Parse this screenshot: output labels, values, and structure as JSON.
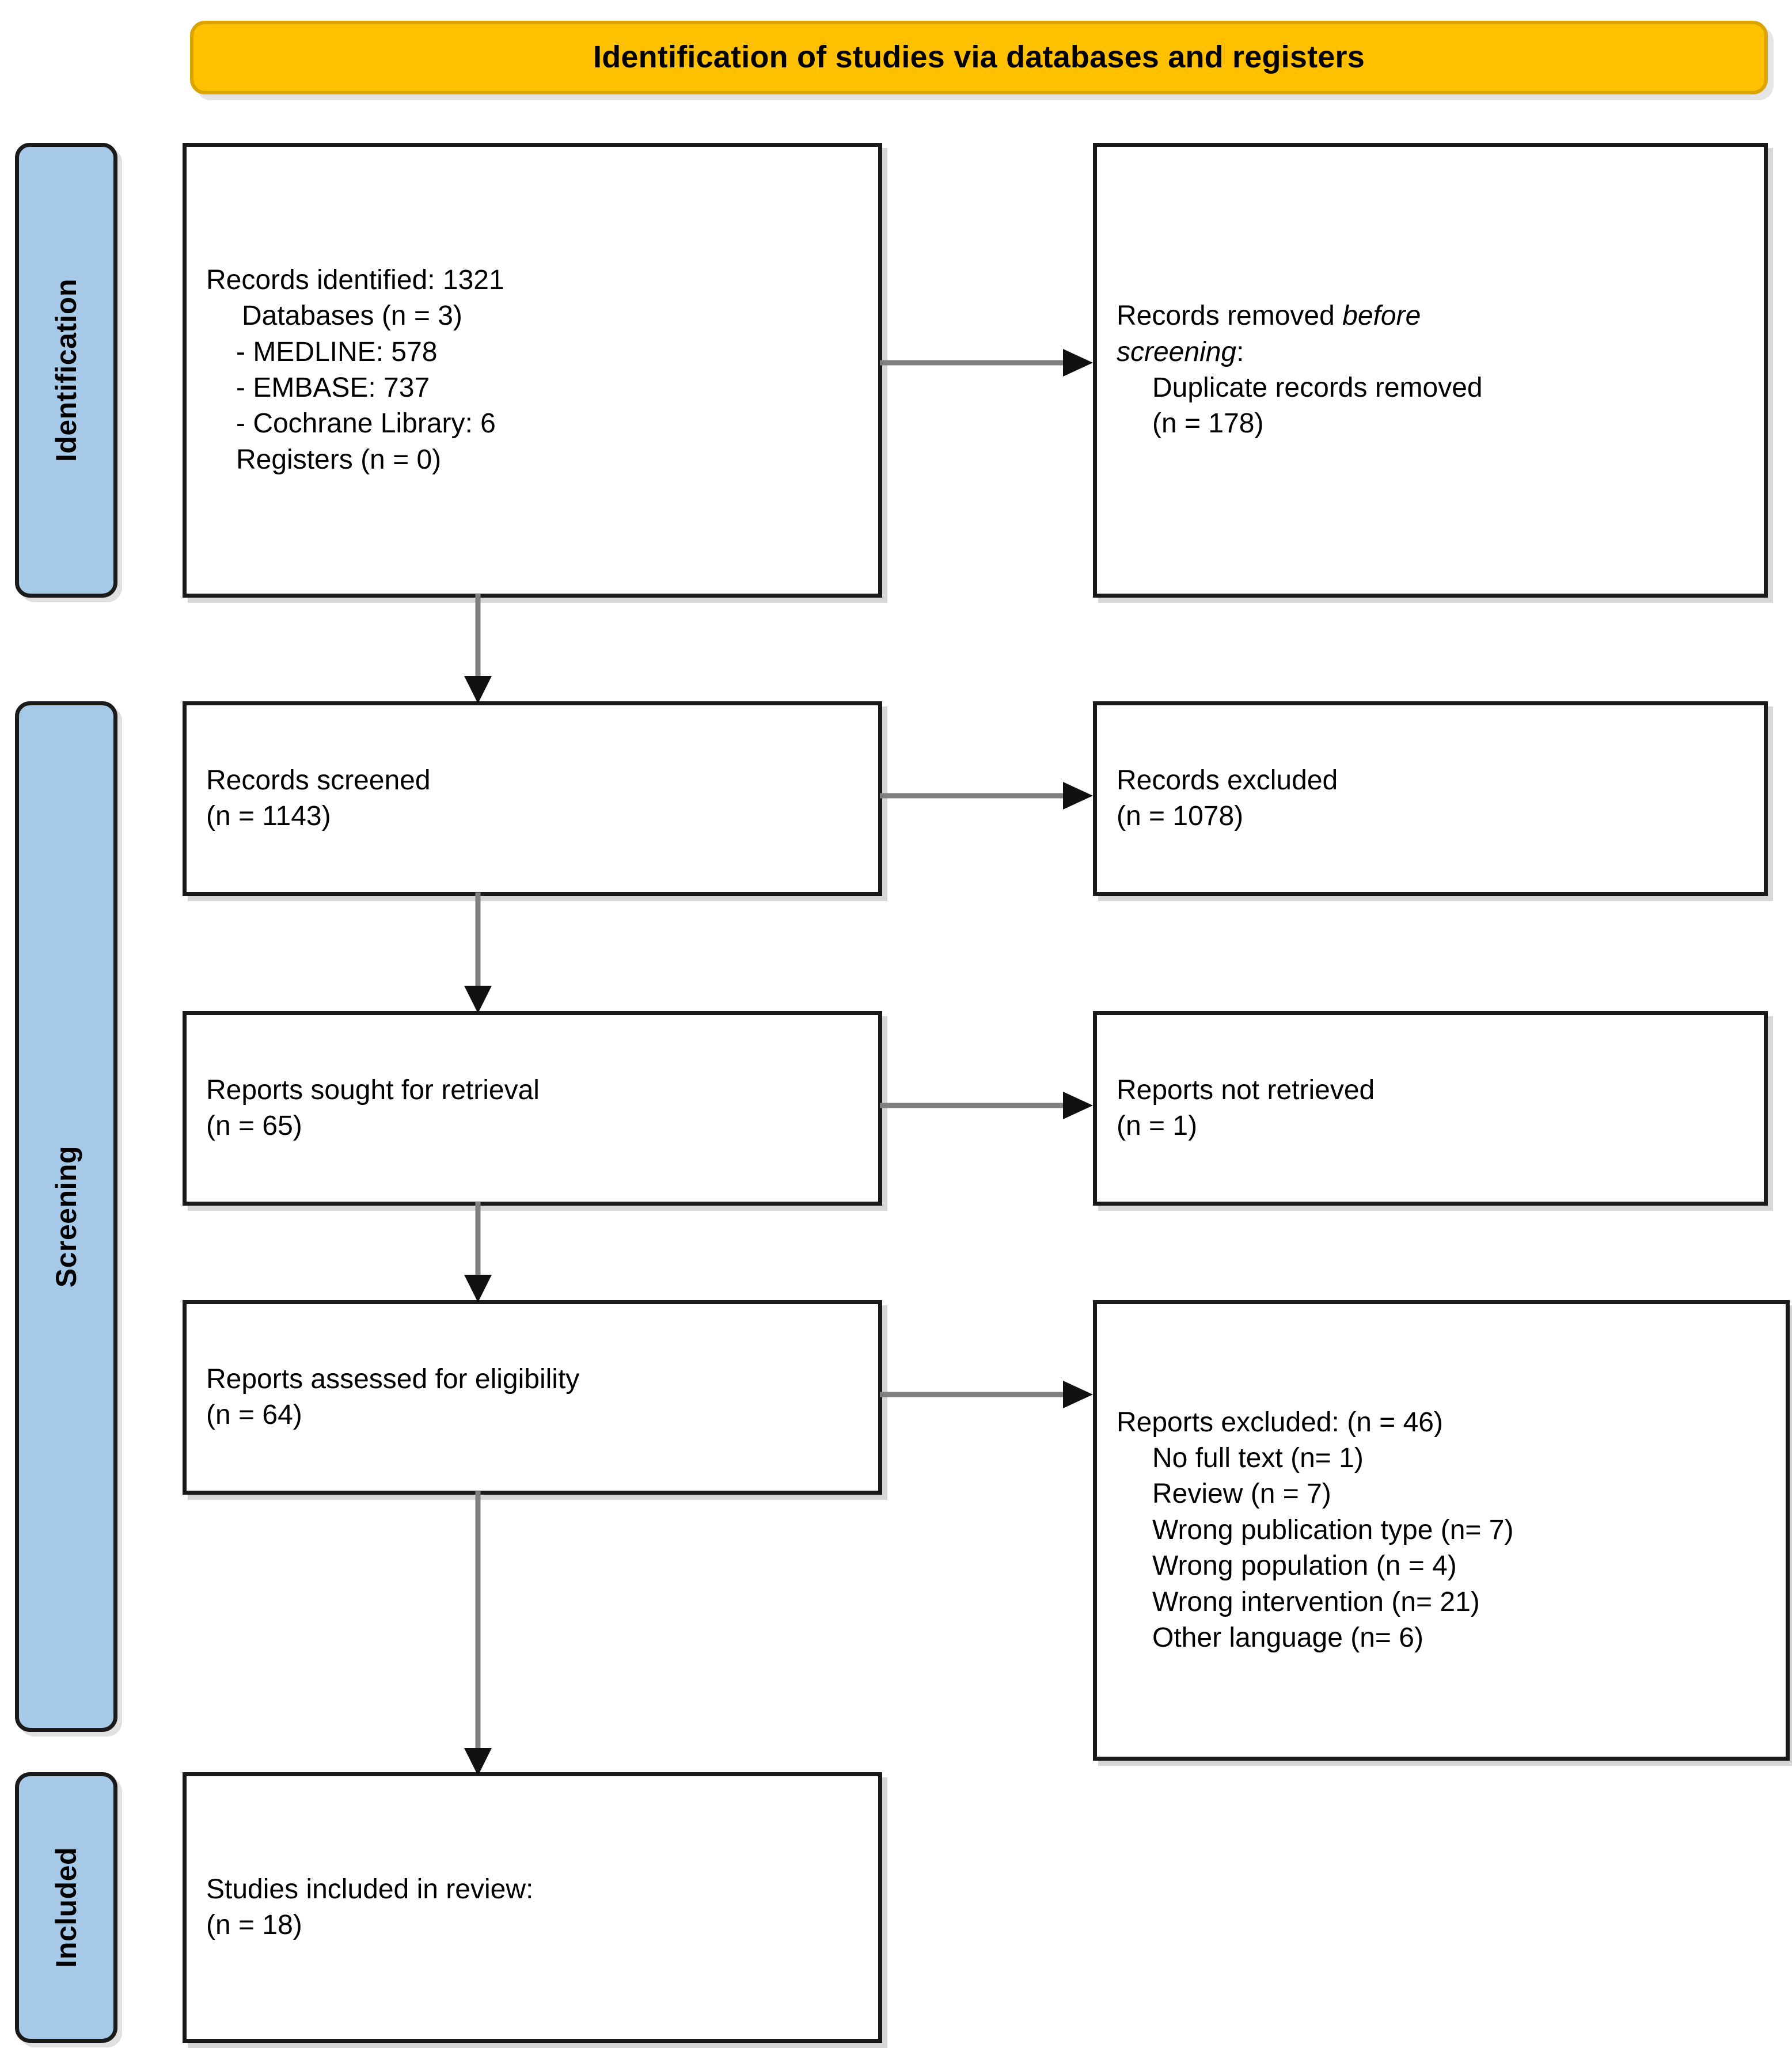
{
  "banner": {
    "title": "Identification of studies via databases and registers",
    "color": "#FFC000"
  },
  "stages": {
    "identification": "Identification",
    "screening": "Screening",
    "included": "Included",
    "color": "#A6C9E8"
  },
  "boxes": {
    "identified": {
      "line1": "Records identified: 1321",
      "line2": "Databases (n = 3)",
      "line3": "- MEDLINE: 578",
      "line4": "- EMBASE: 737",
      "line5": "- Cochrane Library: 6",
      "line6": "Registers (n = 0)"
    },
    "removed": {
      "line1_a": "Records removed ",
      "line1_em": "before",
      "line2_em": "screening",
      "line2_b": ":",
      "line3": "Duplicate records removed",
      "line4": "(n = 178)"
    },
    "screened": {
      "line1": "Records screened",
      "line2": "(n = 1143)"
    },
    "records_excluded": {
      "line1": "Records excluded",
      "line2": "(n = 1078)"
    },
    "sought": {
      "line1": "Reports sought for retrieval",
      "line2": "(n = 65)"
    },
    "not_retrieved": {
      "line1": "Reports not retrieved",
      "line2": "(n = 1)"
    },
    "assessed": {
      "line1": "Reports assessed for eligibility",
      "line2": "(n = 64)"
    },
    "reports_excluded": {
      "line1": "Reports excluded: (n = 46)",
      "line2": "No full text (n= 1)",
      "line3": "Review (n = 7)",
      "line4": "Wrong publication type (n= 7)",
      "line5": "Wrong population (n = 4)",
      "line6": "Wrong intervention (n= 21)",
      "line7": "Other language (n= 6)"
    },
    "included": {
      "line1": "Studies included in review:",
      "line2": "(n = 18)"
    }
  },
  "chart_data": {
    "type": "diagram",
    "title": "Identification of studies via databases and registers",
    "stages": [
      "Identification",
      "Screening",
      "Included"
    ],
    "nodes": [
      {
        "id": "identified",
        "stage": "Identification",
        "label": "Records identified",
        "n": 1321,
        "detail": {
          "Databases": 3,
          "MEDLINE": 578,
          "EMBASE": 737,
          "Cochrane Library": 6,
          "Registers": 0
        }
      },
      {
        "id": "removed",
        "stage": "Identification",
        "label": "Records removed before screening: Duplicate records removed",
        "n": 178
      },
      {
        "id": "screened",
        "stage": "Screening",
        "label": "Records screened",
        "n": 1143
      },
      {
        "id": "records_excluded",
        "stage": "Screening",
        "label": "Records excluded",
        "n": 1078
      },
      {
        "id": "sought",
        "stage": "Screening",
        "label": "Reports sought for retrieval",
        "n": 65
      },
      {
        "id": "not_retrieved",
        "stage": "Screening",
        "label": "Reports not retrieved",
        "n": 1
      },
      {
        "id": "assessed",
        "stage": "Screening",
        "label": "Reports assessed for eligibility",
        "n": 64
      },
      {
        "id": "reports_excluded",
        "stage": "Screening",
        "label": "Reports excluded",
        "n": 46,
        "detail": {
          "No full text": 1,
          "Review": 7,
          "Wrong publication type": 7,
          "Wrong population": 4,
          "Wrong intervention": 21,
          "Other language": 6
        }
      },
      {
        "id": "included",
        "stage": "Included",
        "label": "Studies included in review",
        "n": 18
      }
    ],
    "edges": [
      {
        "from": "identified",
        "to": "removed",
        "direction": "right"
      },
      {
        "from": "identified",
        "to": "screened",
        "direction": "down"
      },
      {
        "from": "screened",
        "to": "records_excluded",
        "direction": "right"
      },
      {
        "from": "screened",
        "to": "sought",
        "direction": "down"
      },
      {
        "from": "sought",
        "to": "not_retrieved",
        "direction": "right"
      },
      {
        "from": "sought",
        "to": "assessed",
        "direction": "down"
      },
      {
        "from": "assessed",
        "to": "reports_excluded",
        "direction": "right"
      },
      {
        "from": "assessed",
        "to": "included",
        "direction": "down"
      }
    ]
  }
}
